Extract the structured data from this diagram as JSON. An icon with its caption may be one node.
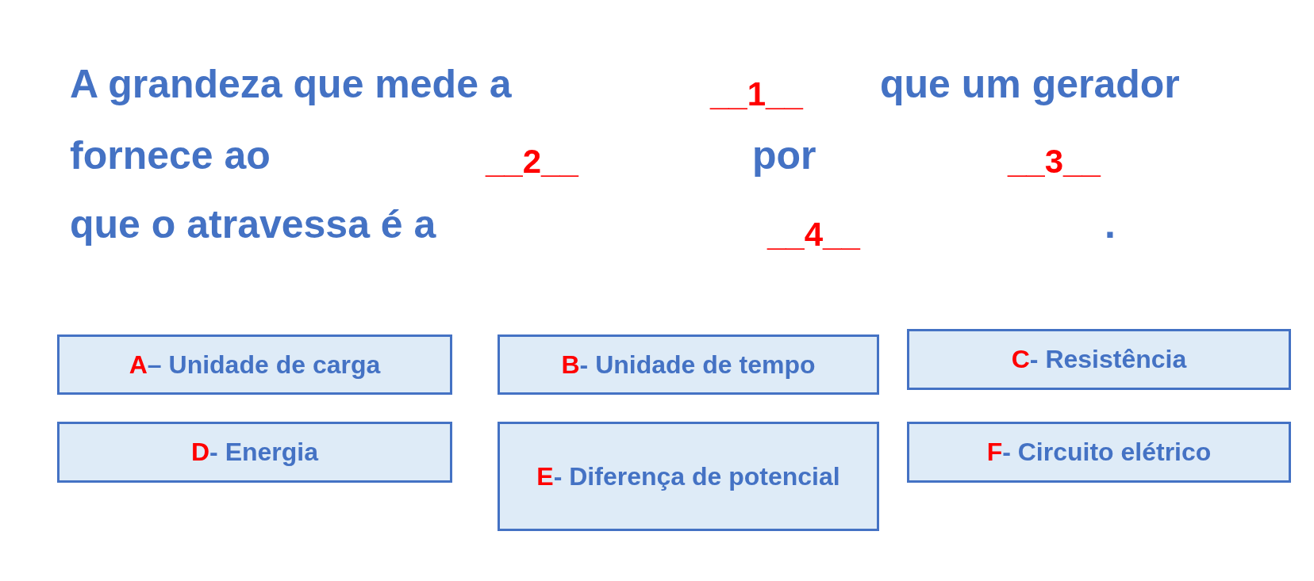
{
  "diagram": {
    "nodes": [
      {
        "text": [
          "A",
          "– Unidade de carga"
        ]
      },
      {
        "text": [
          "B",
          "- Unidade de tempo"
        ]
      },
      {
        "text": [
          "C",
          "- Resistência"
        ]
      },
      {
        "text": [
          "D",
          "- Energia"
        ]
      },
      {
        "text": [
          "E",
          "- Diferença de potencial"
        ]
      },
      {
        "text": [
          "F",
          "- Circuito elétrico"
        ]
      }
    ],
    "labels": [
      "A grandeza que mede a",
      "__1__",
      "que um gerador",
      "fornece ao",
      "__2__",
      "por",
      "__3__",
      "que o atravessa é a",
      "__4__",
      "."
    ]
  }
}
